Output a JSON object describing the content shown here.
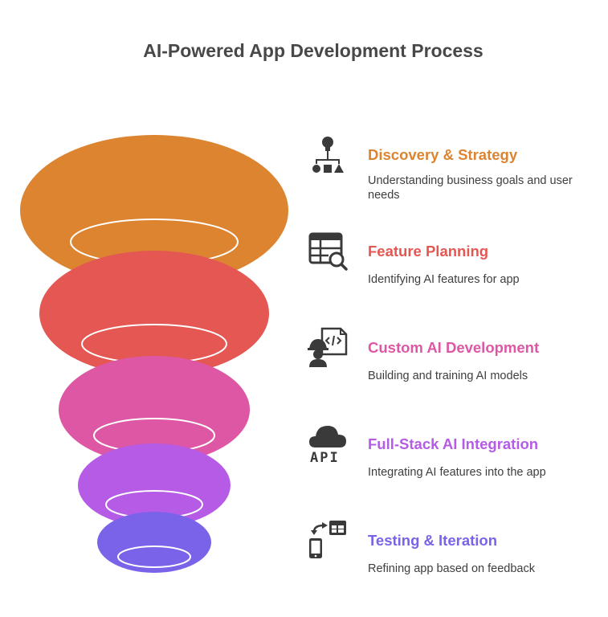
{
  "title": "AI-Powered App Development Process",
  "colors": {
    "discovery": "#DC8430",
    "planning": "#E45752",
    "custom": "#DD57A5",
    "fullstack": "#B55BE6",
    "testing": "#7A63E8",
    "icon": "#3a3a3a"
  },
  "steps": [
    {
      "label": "Discovery & Strategy",
      "description": "Understanding business goals and user needs",
      "icon": "strategy-hierarchy-icon"
    },
    {
      "label": "Feature Planning",
      "description": "Identifying AI features for app",
      "icon": "table-search-icon"
    },
    {
      "label": "Custom AI Development",
      "description": "Building and training AI models",
      "icon": "developer-code-icon"
    },
    {
      "label": "Full-Stack AI Integration",
      "description": "Integrating AI features into the app",
      "icon": "cloud-api-icon"
    },
    {
      "label": "Testing & Iteration",
      "description": "Refining app based on feedback",
      "icon": "mobile-transfer-icon"
    }
  ],
  "api_icon_text": "API"
}
